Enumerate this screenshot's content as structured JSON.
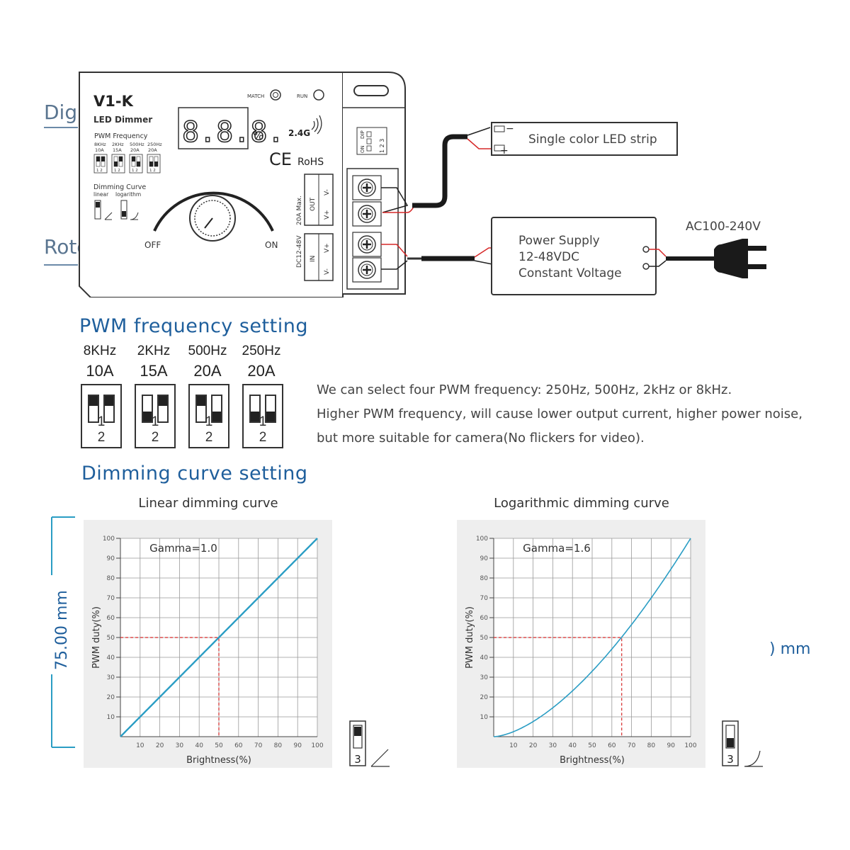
{
  "device": {
    "model": "V1-K",
    "subtitle": "LED Dimmer",
    "pwm_label": "PWM Frequency",
    "freq_small": [
      "8KHz",
      "2KHz",
      "500Hz",
      "250Hz"
    ],
    "amp_small": [
      "10A",
      "15A",
      "20A",
      "20A"
    ],
    "curve_label": "Dimming Curve",
    "curve_linear": "linear",
    "curve_log": "logarithm",
    "match": "MATCH",
    "run": "RUN",
    "display": "8.8.8.",
    "percent": "%",
    "rf": "2.4G",
    "ce": "CE",
    "rohs": "RoHS",
    "off": "OFF",
    "on": "ON",
    "dip_on": "ON",
    "dip_label": "DIP",
    "dip_nums": "1 2 3",
    "out": "OUT",
    "in": "IN",
    "max_current": "20A Max.",
    "voltage": "DC12-48V",
    "v_minus": "V-",
    "v_plus": "V+"
  },
  "cropped_labels": {
    "digi": "Digi",
    "roto": "Roto",
    "mm_right": ") mm",
    "mm_left": "75.00 mm"
  },
  "led_strip": {
    "label": "Single color LED strip",
    "minus": "−",
    "plus": "+"
  },
  "power_supply": {
    "line1": "Power Supply",
    "line2": "12-48VDC",
    "line3": "Constant Voltage",
    "ac": "AC100-240V"
  },
  "pwm_section": {
    "title": "PWM frequency setting",
    "options": [
      {
        "freq": "8KHz",
        "amp": "10A",
        "sw1": "up",
        "sw2": "up"
      },
      {
        "freq": "2KHz",
        "amp": "15A",
        "sw1": "down",
        "sw2": "up"
      },
      {
        "freq": "500Hz",
        "amp": "20A",
        "sw1": "up",
        "sw2": "down"
      },
      {
        "freq": "250Hz",
        "amp": "20A",
        "sw1": "down",
        "sw2": "down"
      }
    ],
    "dip_numbers": "1 2",
    "description": [
      "We can select four PWM frequency: 250Hz, 500Hz, 2kHz or 8kHz.",
      "Higher PWM frequency, will cause lower output current, higher power noise,",
      "but more suitable for camera(No flickers for video)."
    ]
  },
  "dimming_section": {
    "title": "Dimming curve setting",
    "dip_number": "3"
  },
  "chart_data": [
    {
      "type": "line",
      "title": "Linear dimming curve",
      "annotation": "Gamma=1.0",
      "gamma": 1.0,
      "xlabel": "Brightness(%)",
      "ylabel": "PWM duty(%)",
      "xlim": [
        0,
        100
      ],
      "ylim": [
        0,
        100
      ],
      "x_ticks": [
        10,
        20,
        30,
        40,
        50,
        60,
        70,
        80,
        90,
        100
      ],
      "y_ticks": [
        10,
        20,
        30,
        40,
        50,
        60,
        70,
        80,
        90,
        100
      ],
      "x": [
        0,
        10,
        20,
        30,
        40,
        50,
        60,
        70,
        80,
        90,
        100
      ],
      "y": [
        0,
        10,
        20,
        30,
        40,
        50,
        60,
        70,
        80,
        90,
        100
      ],
      "marker": {
        "x": 50,
        "y": 50
      },
      "grid": true,
      "line_color": "#2a9dc4",
      "switch": "up"
    },
    {
      "type": "line",
      "title": "Logarithmic dimming curve",
      "annotation": "Gamma=1.6",
      "gamma": 1.6,
      "xlabel": "Brightness(%)",
      "ylabel": "PWM duty(%)",
      "xlim": [
        0,
        100
      ],
      "ylim": [
        0,
        100
      ],
      "x_ticks": [
        10,
        20,
        30,
        40,
        50,
        60,
        70,
        80,
        90,
        100
      ],
      "y_ticks": [
        10,
        20,
        30,
        40,
        50,
        60,
        70,
        80,
        90,
        100
      ],
      "x": [
        0,
        10,
        20,
        30,
        40,
        50,
        60,
        70,
        80,
        90,
        100
      ],
      "y": [
        0,
        2.5,
        7.6,
        14.6,
        23.1,
        33,
        44.1,
        56.5,
        70,
        84.5,
        100
      ],
      "marker": {
        "x": 65,
        "y": 50
      },
      "grid": true,
      "line_color": "#2a9dc4",
      "switch": "down"
    }
  ]
}
